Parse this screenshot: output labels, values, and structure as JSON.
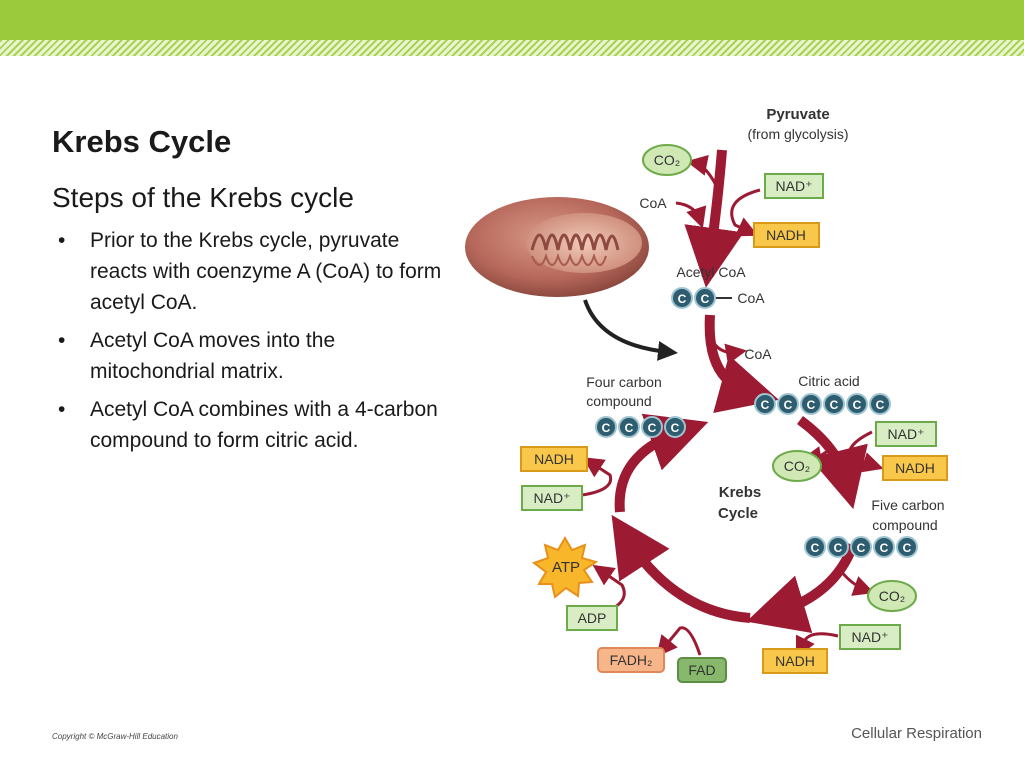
{
  "slide": {
    "title": "Krebs Cycle",
    "subtitle": "Steps of the Krebs cycle",
    "bullets": [
      "Prior to the Krebs cycle, pyruvate reacts with coenzyme A (CoA) to form acetyl CoA.",
      "Acetyl CoA moves into the mitochondrial matrix.",
      "Acetyl CoA combines with a 4-carbon compound to form citric acid."
    ],
    "copyright": "Copyright © McGraw-Hill Education",
    "footer": "Cellular Respiration"
  },
  "diagram": {
    "pyruvate": "Pyruvate",
    "from_glycolysis": "(from glycolysis)",
    "co2": "CO₂",
    "nad_plus": "NAD⁺",
    "nadh": "NADH",
    "coa": "CoA",
    "acetyl_coa": "Acetyl CoA",
    "citric_acid": "Citric acid",
    "four_carbon_line1": "Four carbon",
    "four_carbon_line2": "compound",
    "five_carbon_line1": "Five carbon",
    "five_carbon_line2": "compound",
    "krebs_line1": "Krebs",
    "krebs_line2": "Cycle",
    "atp": "ATP",
    "adp": "ADP",
    "fadh2": "FADH₂",
    "fad": "FAD",
    "carbon": "C"
  }
}
